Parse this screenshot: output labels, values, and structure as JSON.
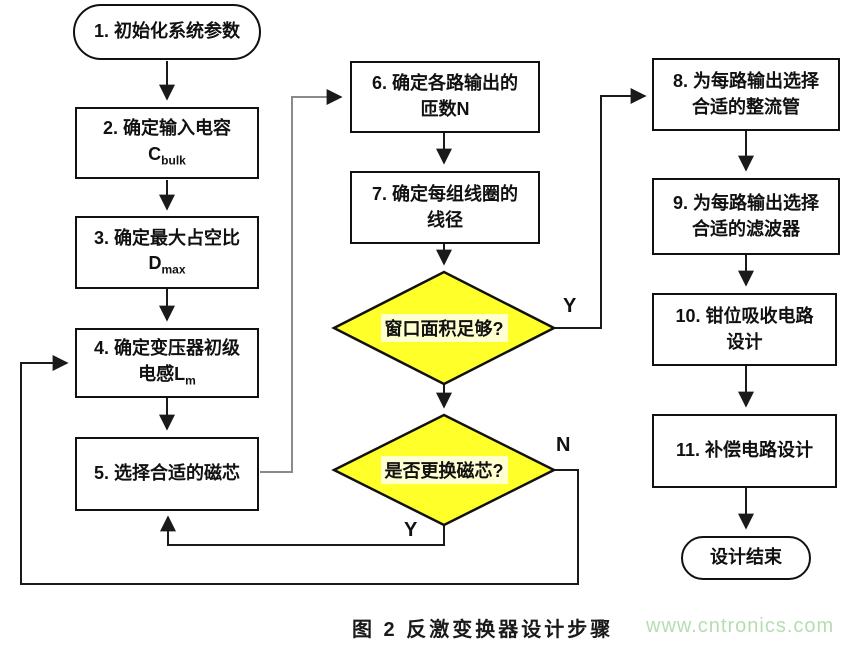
{
  "flowchart": {
    "nodes": {
      "start": {
        "label": "1. 初始化系统参数"
      },
      "step2": {
        "line1": "2. 确定输入电容",
        "symbol": "C",
        "subscript": "bulk"
      },
      "step3": {
        "line1": "3. 确定最大占空比",
        "symbol": "D",
        "subscript": "max"
      },
      "step4": {
        "line1": "4. 确定变压器初级",
        "line2_text": "电感L",
        "subscript": "m"
      },
      "step5": {
        "label": "5. 选择合适的磁芯"
      },
      "step6": {
        "line1": "6. 确定各路输出的",
        "line2": "匝数N"
      },
      "step7": {
        "line1": "7. 确定每组线圈的",
        "line2": "线径"
      },
      "decision1": {
        "label": "窗口面积足够?"
      },
      "decision2": {
        "label": "是否更换磁芯?"
      },
      "step8": {
        "line1": "8. 为每路输出选择",
        "line2": "合适的整流管"
      },
      "step9": {
        "line1": "9. 为每路输出选择",
        "line2": "合适的滤波器"
      },
      "step10": {
        "line1": "10. 钳位吸收电路",
        "line2": "设计"
      },
      "step11": {
        "label": "11. 补偿电路设计"
      },
      "end": {
        "label": "设计结束"
      }
    },
    "edge_labels": {
      "decision1_yes": "Y",
      "decision2_no": "N",
      "decision2_yes": "Y"
    },
    "colors": {
      "decision_fill": "#FFFF2A",
      "node_border": "#111111",
      "connector": "#1a1a1a",
      "connector_light": "#8a8a8a"
    }
  },
  "caption": {
    "text": "图 2 反激变换器设计步骤"
  },
  "watermark": {
    "text": "www.cntronics.com",
    "color": "#b5deb0"
  }
}
